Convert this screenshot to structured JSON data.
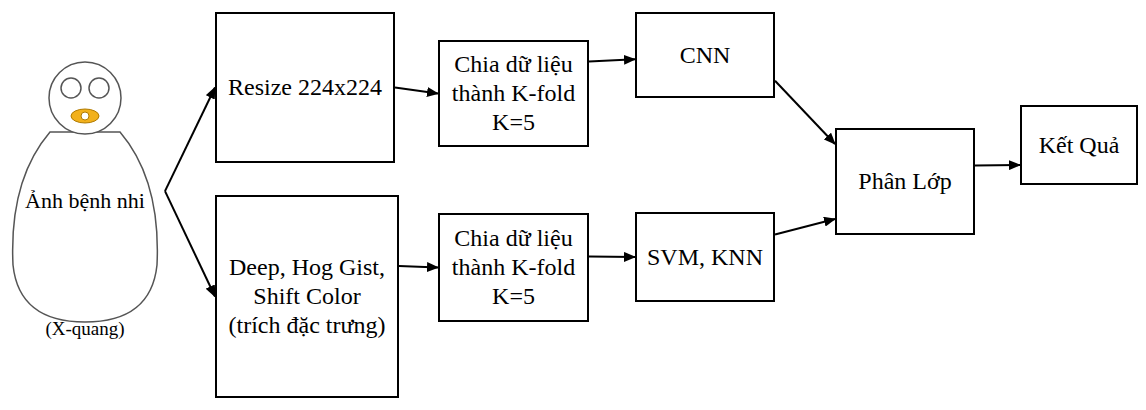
{
  "diagram": {
    "nodes": [
      {
        "text": [
          "Ảnh bệnh nhi",
          "(X-quang)"
        ]
      },
      {
        "text": [
          "Resize 224x224"
        ]
      },
      {
        "text": [
          "Chia dữ liệu thành K-fold K=5"
        ]
      },
      {
        "text": [
          "CNN"
        ]
      },
      {
        "text": [
          "Deep, Hog Gist, Shift Color (trích đặc trưng)"
        ]
      },
      {
        "text": [
          "Chia dữ liệu thành K-fold K=5"
        ]
      },
      {
        "text": [
          "SVM, KNN"
        ]
      },
      {
        "text": [
          "Phân Lớp"
        ]
      },
      {
        "text": [
          "Kết Quả"
        ]
      }
    ],
    "edges": [
      {
        "from": 0,
        "to": 1,
        "arrow": "to"
      },
      {
        "from": 0,
        "to": 4,
        "arrow": "to"
      },
      {
        "from": 1,
        "to": 2,
        "arrow": "to"
      },
      {
        "from": 2,
        "to": 3,
        "arrow": "to"
      },
      {
        "from": 4,
        "to": 5,
        "arrow": "to"
      },
      {
        "from": 5,
        "to": 6,
        "arrow": "to"
      },
      {
        "from": 3,
        "to": 7,
        "arrow": "to"
      },
      {
        "from": 6,
        "to": 7,
        "arrow": "to"
      },
      {
        "from": 7,
        "to": 8,
        "arrow": "to"
      }
    ]
  }
}
